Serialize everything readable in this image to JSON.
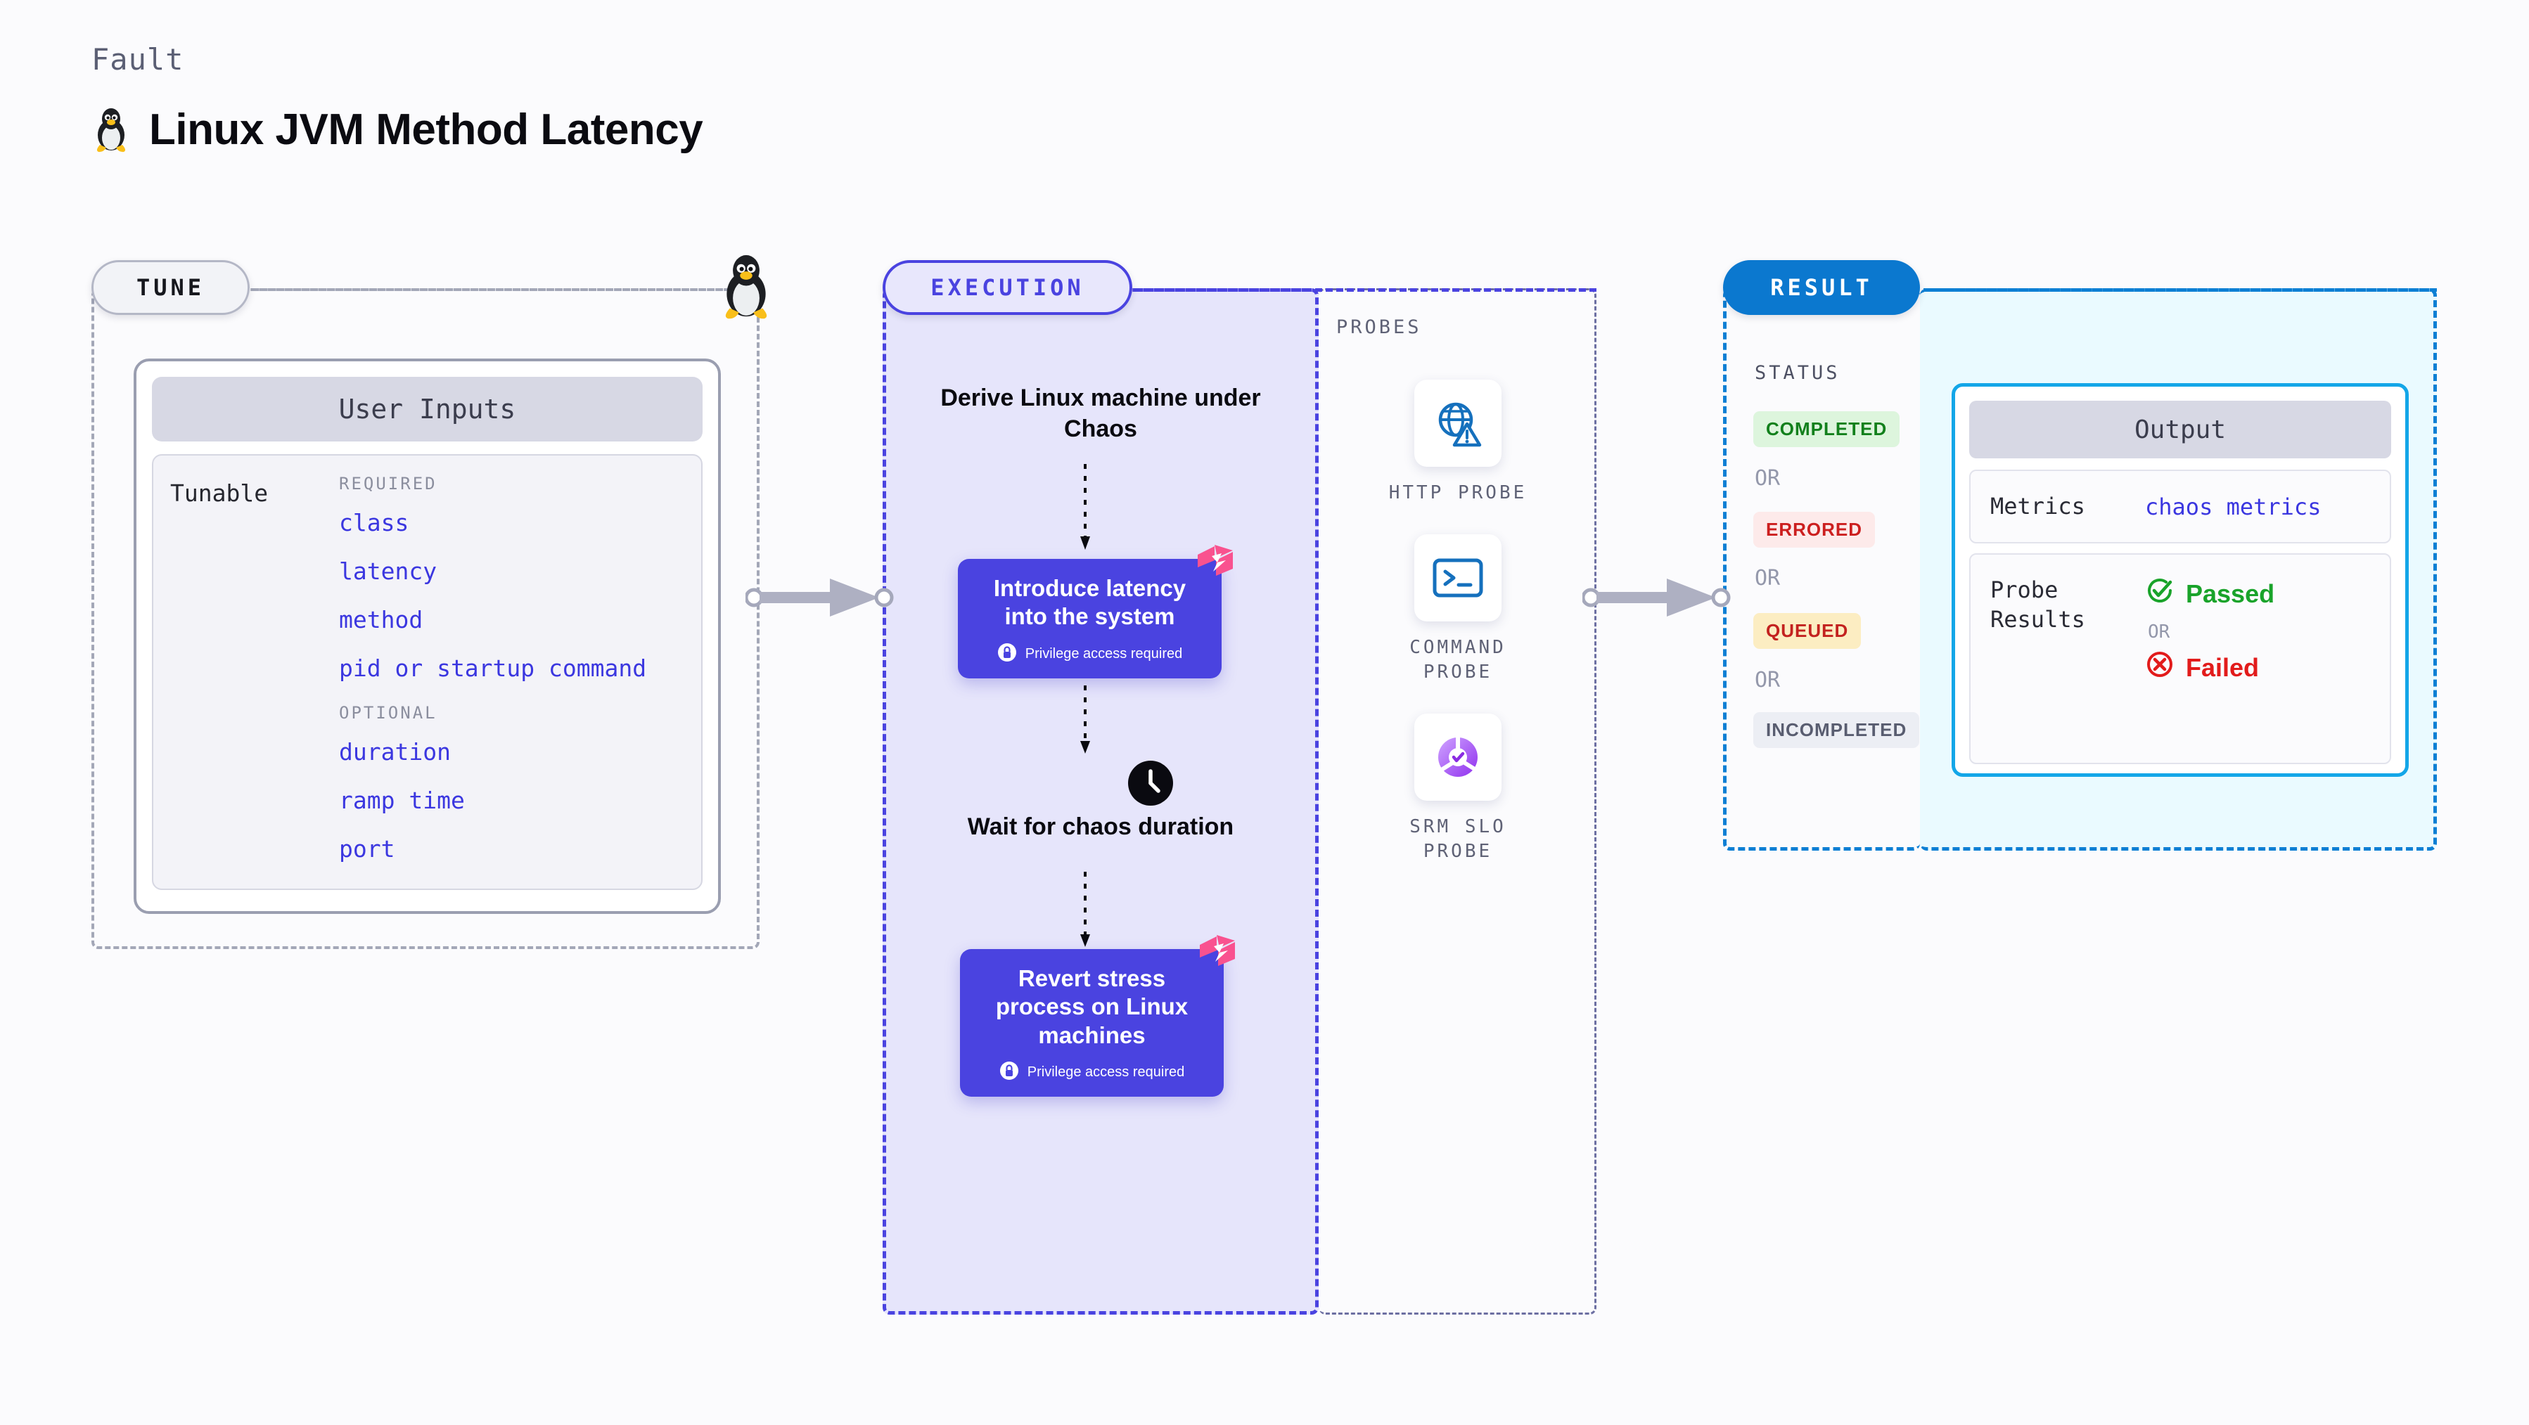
{
  "header": {
    "eyebrow": "Fault",
    "title": "Linux JVM Method Latency",
    "icon": "linux-tux-icon"
  },
  "tune": {
    "pill_label": "TUNE",
    "card_title": "User Inputs",
    "tunable_label": "Tunable",
    "required_title": "REQUIRED",
    "required_params": [
      "class",
      "latency",
      "method",
      "pid or startup command"
    ],
    "optional_title": "OPTIONAL",
    "optional_params": [
      "duration",
      "ramp time",
      "port"
    ]
  },
  "execution": {
    "pill_label": "EXECUTION",
    "step_1_text": "Derive Linux machine under Chaos",
    "action_1_title": "Introduce latency into the system",
    "action_1_note": "Privilege access required",
    "step_2_text": "Wait for chaos duration",
    "action_2_title": "Revert stress process on Linux machines",
    "action_2_note": "Privilege access required",
    "lock_icon": "lock-icon",
    "clock_icon": "clock-icon",
    "badge_icon": "harness-logo-icon"
  },
  "probes": {
    "title": "PROBES",
    "items": [
      {
        "label": "HTTP PROBE",
        "icon": "globe-warning-icon"
      },
      {
        "label": "COMMAND PROBE",
        "icon": "terminal-icon"
      },
      {
        "label": "SRM SLO PROBE",
        "icon": "srm-slo-icon"
      }
    ]
  },
  "result": {
    "pill_label": "RESULT",
    "status_title": "STATUS",
    "or_label": "OR",
    "statuses": [
      {
        "label": "COMPLETED",
        "color": "#12801c",
        "bg": "#ddf5dd"
      },
      {
        "label": "ERRORED",
        "color": "#cc1f1f",
        "bg": "#fdeaea"
      },
      {
        "label": "QUEUED",
        "color": "#c3221f",
        "bg": "#fcedc2"
      },
      {
        "label": "INCOMPLETED",
        "color": "#595d70",
        "bg": "#eceef4"
      }
    ]
  },
  "output": {
    "card_title": "Output",
    "metrics_key": "Metrics",
    "metrics_value": "chaos metrics",
    "probe_results_key": "Probe Results",
    "passed_label": "Passed",
    "or_label": "OR",
    "failed_label": "Failed",
    "passed_icon": "check-circle-icon",
    "failed_icon": "x-circle-icon"
  },
  "colors": {
    "accent_purple": "#4a43e0",
    "accent_blue": "#0b78cf",
    "accent_cyan": "#13a6e8",
    "pink_badge": "#f9528f",
    "param_link": "#3b37e0"
  }
}
